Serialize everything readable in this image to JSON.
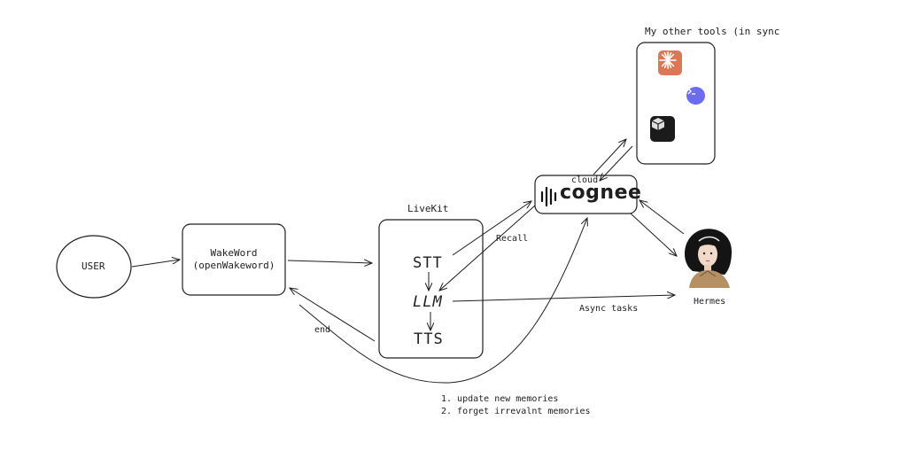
{
  "nodes": {
    "user": "USER",
    "wakeword_line1": "WakeWord",
    "wakeword_line2": "(openWakeword)",
    "livekit_title": "LiveKit",
    "stt": "STT",
    "llm": "LLM",
    "tts": "TTS",
    "cognee_caption": "cloud",
    "cognee_wordmark": "cognee",
    "hermes": "Hermes",
    "tools_title": "My other tools (in sync"
  },
  "edges": {
    "recall": "Recall",
    "async_tasks": "Async tasks",
    "end": "end",
    "memory_step1": "1. update new memories",
    "memory_step2": "2. forget irrevalnt memories"
  },
  "icons": {
    "tool1": "claude-sparkle-icon",
    "tool2": "terminal-bubble-icon",
    "tool3": "cube-app-icon",
    "cognee": "waveform-logo-icon",
    "hermes": "hermes-avatar-icon"
  },
  "colors": {
    "stroke": "#1e1e1e",
    "tool1_bg": "#d97757",
    "tool2_bg": "#6b6cf0",
    "tool3_bg": "#1b1b1b"
  }
}
